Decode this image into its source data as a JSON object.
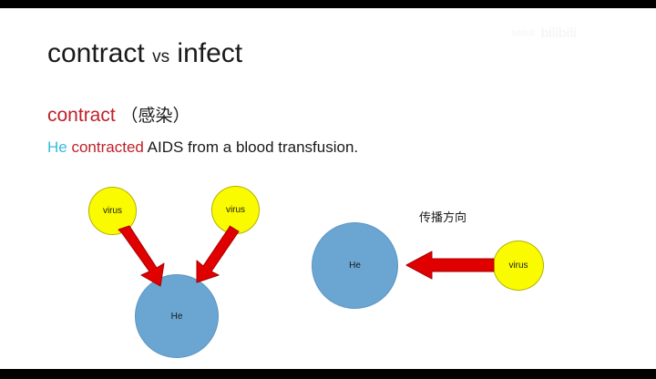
{
  "slide": {
    "title": {
      "left_word": "contract",
      "connector": "vs",
      "right_word": "infect"
    },
    "word_entry": {
      "headword": "contract",
      "gloss": "（感染）"
    },
    "example": {
      "subject": "He",
      "verb": "contracted",
      "rest": " AIDS from a blood transfusion."
    },
    "diagram_left": {
      "virus_a_label": "virus",
      "virus_b_label": "virus",
      "person_label": "He"
    },
    "diagram_right": {
      "person_label": "He",
      "virus_label": "virus",
      "direction_label": "传播方向"
    },
    "watermark": {
      "text": "bilibili",
      "logo": "bilibili"
    },
    "colors": {
      "headword_red": "#c0202a",
      "subject_blue": "#36bcdf",
      "virus_yellow": "#fbfb00",
      "person_blue": "#6ba5d2",
      "arrow_red": "#e00000",
      "text_black": "#1a1a1a",
      "letterbox_black": "#000000"
    }
  }
}
